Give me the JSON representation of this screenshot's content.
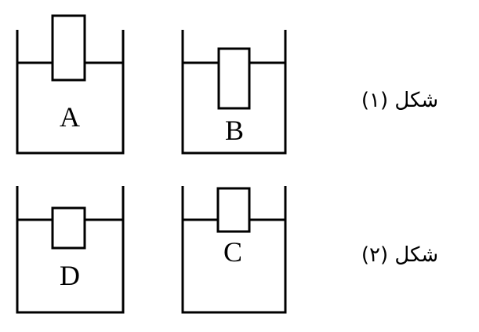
{
  "figures": [
    {
      "caption": "شكل (١)",
      "containers": [
        {
          "label": "A",
          "state": "floating, mostly above water"
        },
        {
          "label": "B",
          "state": "floating, mostly submerged"
        }
      ]
    },
    {
      "caption": "شكل (٢)",
      "containers": [
        {
          "label": "D",
          "state": "floating, mostly submerged"
        },
        {
          "label": "C",
          "state": "floating, mostly above water"
        }
      ]
    }
  ],
  "labels": {
    "a": "A",
    "b": "B",
    "c": "C",
    "d": "D"
  },
  "captions": {
    "fig1": "شكل (١)",
    "fig2": "شكل (٢)"
  }
}
